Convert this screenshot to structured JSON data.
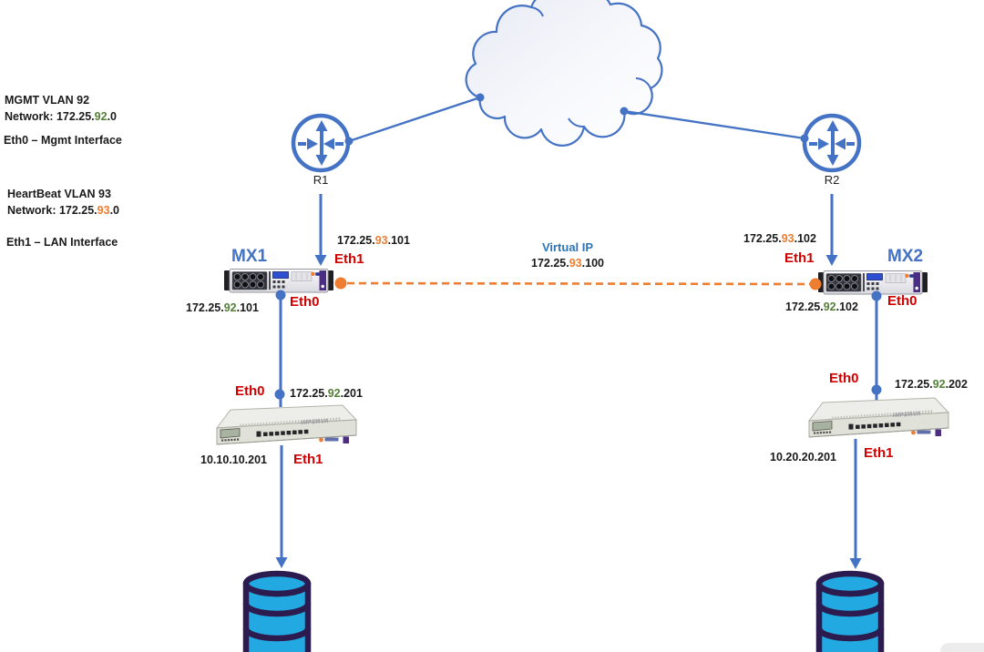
{
  "legend": {
    "mgmt": {
      "title": "MGMT VLAN 92",
      "net_prefix": "Network: 172.25.",
      "net_vlan": "92",
      "net_suffix": ".0",
      "iface": "Eth0 – Mgmt Interface"
    },
    "heartbeat": {
      "title": "HeartBeat VLAN 93",
      "net_prefix": "Network: 172.25.",
      "net_vlan": "93",
      "net_suffix": ".0",
      "iface": "Eth1 – LAN Interface"
    }
  },
  "routers": {
    "r1_label": "R1",
    "r2_label": "R2"
  },
  "virtual_ip": {
    "title": "Virtual IP",
    "ip_prefix": "172.25.",
    "ip_vlan": "93",
    "ip_suffix": ".100"
  },
  "mx1": {
    "name": "MX1",
    "eth1_label": "Eth1",
    "eth1_ip_prefix": "172.25.",
    "eth1_ip_vlan": "93",
    "eth1_ip_suffix": ".101",
    "eth0_label": "Eth0",
    "eth0_ip_prefix": "172.25.",
    "eth0_ip_vlan": "92",
    "eth0_ip_suffix": ".101"
  },
  "mx2": {
    "name": "MX2",
    "eth1_label": "Eth1",
    "eth1_ip_prefix": "172.25.",
    "eth1_ip_vlan": "93",
    "eth1_ip_suffix": ".102",
    "eth0_label": "Eth0",
    "eth0_ip_prefix": "172.25.",
    "eth0_ip_vlan": "92",
    "eth0_ip_suffix": ".102"
  },
  "gw1": {
    "eth0_label": "Eth0",
    "eth0_ip_prefix": "172.25.",
    "eth0_ip_vlan": "92",
    "eth0_ip_suffix": ".201",
    "eth1_label": "Eth1",
    "eth1_ip": "10.10.10.201"
  },
  "gw2": {
    "eth0_label": "Eth0",
    "eth0_ip_prefix": "172.25.",
    "eth0_ip_vlan": "92",
    "eth0_ip_suffix": ".202",
    "eth1_label": "Eth1",
    "eth1_ip": "10.20.20.201"
  },
  "colors": {
    "line_blue": "#4472C4",
    "heartbeat_orange": "#ED7D31",
    "vlan_green": "#538135",
    "eth_red": "#D00000",
    "virtual_ip_blue": "#2E75B6",
    "db_fill": "#23A9E1",
    "db_outline": "#2B1B4E"
  }
}
